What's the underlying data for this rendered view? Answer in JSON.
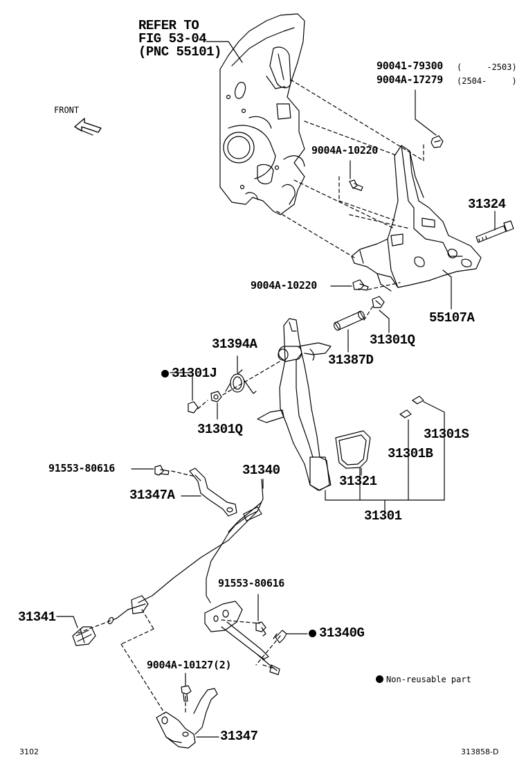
{
  "refer": {
    "line1": "REFER TO",
    "line2": "FIG 53-04",
    "line3": "(PNC 55101)"
  },
  "front_label": "FRONT",
  "parts": {
    "p90041": "90041-79300",
    "p90041_range": "(     -2503)",
    "p9004A17279": "9004A-17279",
    "p9004A17279_range": "(2504-     )",
    "p9004A10220_top": "9004A-10220",
    "p31324": "31324",
    "p9004A10220_bot": "9004A-10220",
    "p55107A": "55107A",
    "p31301Q_top": "31301Q",
    "p31394A": "31394A",
    "p31387D": "31387D",
    "p31301J": "31301J",
    "p31301Q_bot": "31301Q",
    "p31301S": "31301S",
    "p31301B": "31301B",
    "p91553_top": "91553-80616",
    "p31340": "31340",
    "p31347A": "31347A",
    "p31321": "31321",
    "p31301": "31301",
    "p91553_bot": "91553-80616",
    "p31341": "31341",
    "p31340G": "31340G",
    "p9004A10127": "9004A-10127(2)",
    "p31347": "31347"
  },
  "legend": {
    "non_reusable": "Non-reusable part"
  },
  "footer": {
    "page": "3102",
    "code": "313858-D"
  }
}
